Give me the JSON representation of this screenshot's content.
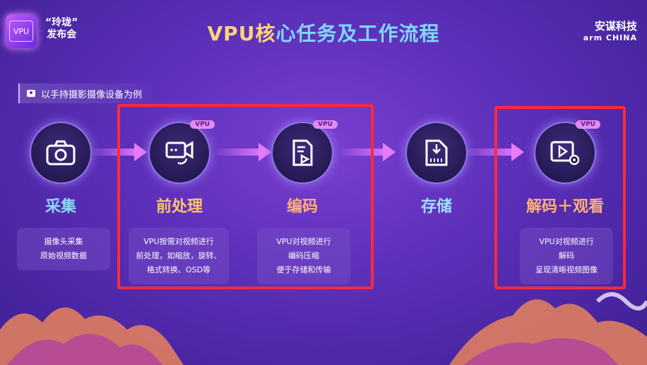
{
  "event": {
    "badge_label": "VPU",
    "title_line1": "“玲珑”",
    "title_line2": "发布会"
  },
  "title": {
    "prefix": "VPU核",
    "main": "心任务及工作流程"
  },
  "brand": {
    "cn": "安谋科技",
    "en": "arm CHINA"
  },
  "scenario": {
    "icon": "camera-icon",
    "label": "以手持摄影摄像设备为例"
  },
  "steps": [
    {
      "id": "capture",
      "icon": "camera-icon",
      "vpu_tag": "",
      "title": "采集",
      "title_color": "#8fd7ff",
      "desc": [
        "摄像头采集",
        "原始视频数据"
      ]
    },
    {
      "id": "preprocess",
      "icon": "video-process-icon",
      "vpu_tag": "VPU",
      "title": "前处理",
      "title_color": "#ffc46a",
      "desc": [
        "VPU按需对视频进行",
        "前处理，如缩放，旋转、",
        "格式转换、OSD等"
      ]
    },
    {
      "id": "encode",
      "icon": "document-play-icon",
      "vpu_tag": "VPU",
      "title": "编码",
      "title_color": "#ffb07a",
      "desc": [
        "VPU对视频进行",
        "编码压缩",
        "便于存储和传输"
      ]
    },
    {
      "id": "storage",
      "icon": "sd-card-icon",
      "vpu_tag": "",
      "title": "存储",
      "title_color": "#9fe0ff",
      "desc": []
    },
    {
      "id": "decode",
      "icon": "video-settings-icon",
      "vpu_tag": "VPU",
      "title": "解码＋观看",
      "title_color": "#ffb07a",
      "desc": [
        "VPU对视频进行",
        "解码",
        "呈现清晰视频图像"
      ]
    }
  ],
  "colors": {
    "highlight_border": "#ff2a3d",
    "arrow": "#e77cf8"
  }
}
